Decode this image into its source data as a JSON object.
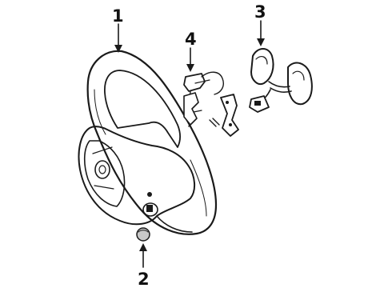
{
  "diagram": {
    "callouts": [
      {
        "id": "1",
        "label": "1"
      },
      {
        "id": "2",
        "label": "2"
      },
      {
        "id": "3",
        "label": "3"
      },
      {
        "id": "4",
        "label": "4"
      }
    ],
    "colors": {
      "ink": "#1a1a1a",
      "background": "#ffffff",
      "shade": "#c8c8c8"
    }
  }
}
